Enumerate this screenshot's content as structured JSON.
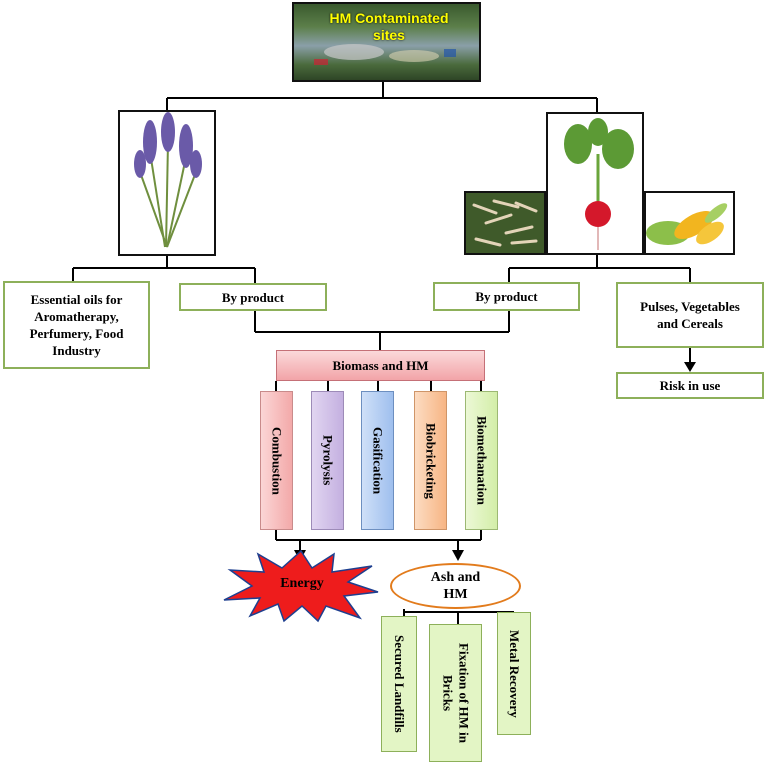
{
  "top": {
    "title": "HM Contaminated sites"
  },
  "left_branch": {
    "essential_oils": "Essential oils for Aromatherapy, Perfumery, Food Industry",
    "by_product": "By product"
  },
  "right_branch": {
    "by_product": "By product",
    "crops": "Pulses, Vegetables and Cereals",
    "risk": "Risk in use"
  },
  "biomass": {
    "label": "Biomass and HM"
  },
  "processes": [
    {
      "label": "Combustion",
      "color": "#f6b6b6"
    },
    {
      "label": "Pyrolysis",
      "color": "#cdbde6"
    },
    {
      "label": "Gasification",
      "color": "#a9c7f2"
    },
    {
      "label": "Biobricketing",
      "color": "#f9c39b"
    },
    {
      "label": "Biomethanation",
      "color": "#dbf0b5"
    }
  ],
  "energy": {
    "label": "Energy"
  },
  "ash": {
    "label": "Ash and HM"
  },
  "ash_uses": [
    {
      "label": "Secured Landfills"
    },
    {
      "label": "Fixation of HM in Bricks"
    },
    {
      "label": "Metal Recovery"
    }
  ],
  "colors": {
    "box_border": "#8db05a",
    "biomass_fill": "#f7b7b9",
    "energy_fill": "#ee1c1c",
    "energy_stroke": "#1e3f8f",
    "ash_border": "#e27b1c",
    "title_text": "#ffff00",
    "ash_use_fill": "#e3f5c5"
  }
}
